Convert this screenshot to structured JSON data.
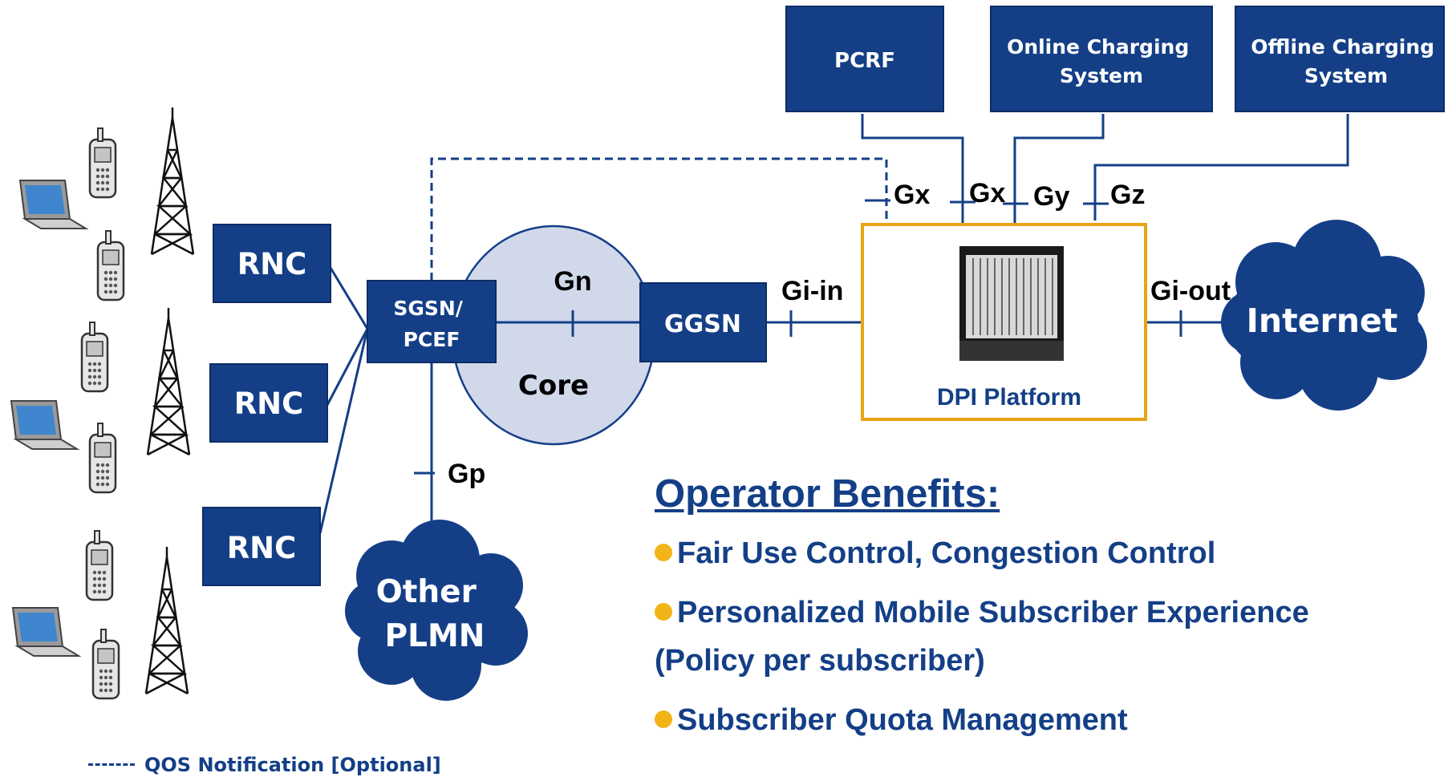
{
  "nodes": {
    "pcrf": "PCRF",
    "ocs": [
      "Online Charging",
      "System"
    ],
    "ofcs": [
      "Offline Charging",
      "System"
    ],
    "rnc": [
      "RNC",
      "RNC",
      "RNC"
    ],
    "sgsn": [
      "SGSN/",
      "PCEF"
    ],
    "ggsn": "GGSN",
    "core": "Core",
    "dpi": "DPI Platform",
    "internet": "Internet",
    "other_plmn": [
      "Other",
      "PLMN"
    ]
  },
  "interfaces": {
    "gn": "Gn",
    "gp": "Gp",
    "gi_in": "Gi-in",
    "gi_out": "Gi-out",
    "gx_pcef": "Gx",
    "gx_pcrf": "Gx",
    "gy": "Gy",
    "gz": "Gz"
  },
  "benefits": {
    "title": "Operator Benefits:",
    "items": [
      "Fair Use Control, Congestion Control",
      "Personalized Mobile Subscriber Experience (Policy per subscriber)",
      "Subscriber Quota Management"
    ]
  },
  "legend": {
    "qos": "QOS Notification [Optional]"
  },
  "colors": {
    "node_blue": "#143f87",
    "dpi_border": "#e8a317",
    "bullet": "#f2b416",
    "core_fill": "#d0d8ea"
  },
  "icons": [
    "laptop-icon",
    "mobile-phone-icon",
    "cell-tower-icon",
    "dpi-chassis-icon",
    "cloud-icon"
  ]
}
